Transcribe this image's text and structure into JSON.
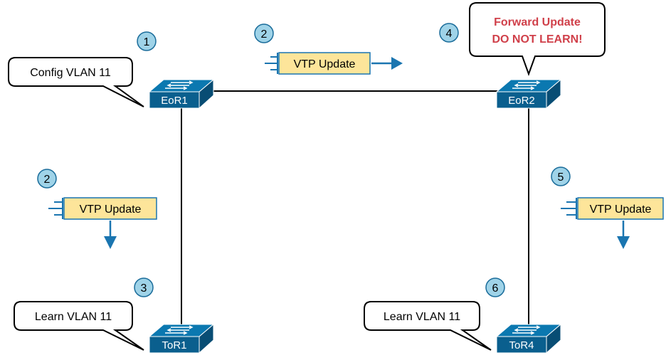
{
  "switches": {
    "eor1": "EoR1",
    "eor2": "EoR2",
    "tor1": "ToR1",
    "tor4": "ToR4"
  },
  "steps": {
    "s1": "1",
    "s2a": "2",
    "s2b": "2",
    "s3": "3",
    "s4": "4",
    "s5": "5",
    "s6": "6"
  },
  "callouts": {
    "config": "Config VLAN 11",
    "learn_tor1": "Learn VLAN 11",
    "learn_tor4": "Learn VLAN 11",
    "forward_line1": "Forward Update",
    "forward_line2": "DO NOT LEARN!"
  },
  "updates": {
    "top": "VTP Update",
    "left": "VTP Update",
    "right": "VTP Update"
  },
  "colors": {
    "switch_top": "#0b78b0",
    "switch_front": "#0a5f8e",
    "circle_fill": "#9fd3e8",
    "circle_stroke": "#1a6c9a",
    "update_fill": "#fde59a",
    "arrow": "#1a75b0",
    "warning_text": "#d0404a"
  }
}
